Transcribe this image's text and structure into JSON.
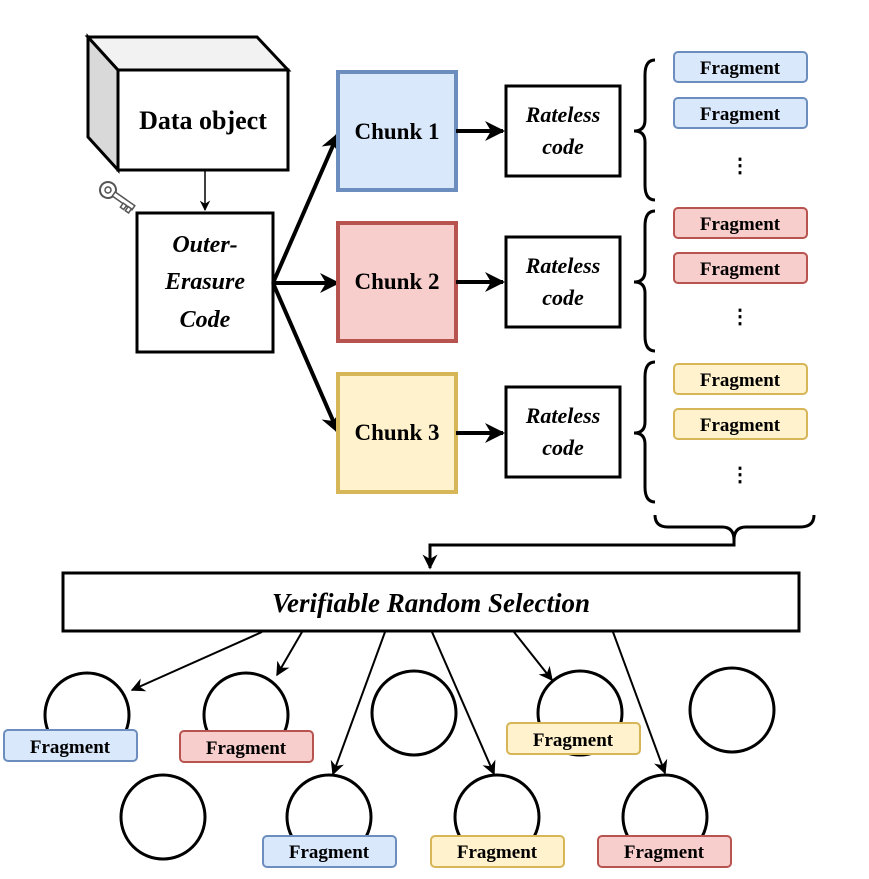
{
  "colors": {
    "blue_fill": "#dae8fc",
    "blue_stroke": "#6c8ebf",
    "red_fill": "#f8cecc",
    "red_stroke": "#b85450",
    "yellow_fill": "#fff2cc",
    "yellow_stroke": "#d6b656",
    "black": "#000000"
  },
  "data_object": {
    "label": "Data object",
    "key_icon": "key-icon"
  },
  "outer_code": {
    "line1": "Outer-",
    "line2": "Erasure",
    "line3": "Code"
  },
  "chunks": [
    {
      "label": "Chunk 1",
      "color": "blue"
    },
    {
      "label": "Chunk 2",
      "color": "red"
    },
    {
      "label": "Chunk 3",
      "color": "yellow"
    }
  ],
  "rateless": {
    "line1": "Rateless",
    "line2": "code"
  },
  "fragment_label": "Fragment",
  "ellipsis": "⋮",
  "selection_label": "Verifiable Random Selection",
  "nodes_fragments": [
    {
      "label": "Fragment",
      "color": "blue"
    },
    {
      "label": "Fragment",
      "color": "red"
    },
    {
      "label": "Fragment",
      "color": "yellow"
    },
    {
      "label": "Fragment",
      "color": "blue"
    },
    {
      "label": "Fragment",
      "color": "yellow"
    },
    {
      "label": "Fragment",
      "color": "red"
    }
  ]
}
